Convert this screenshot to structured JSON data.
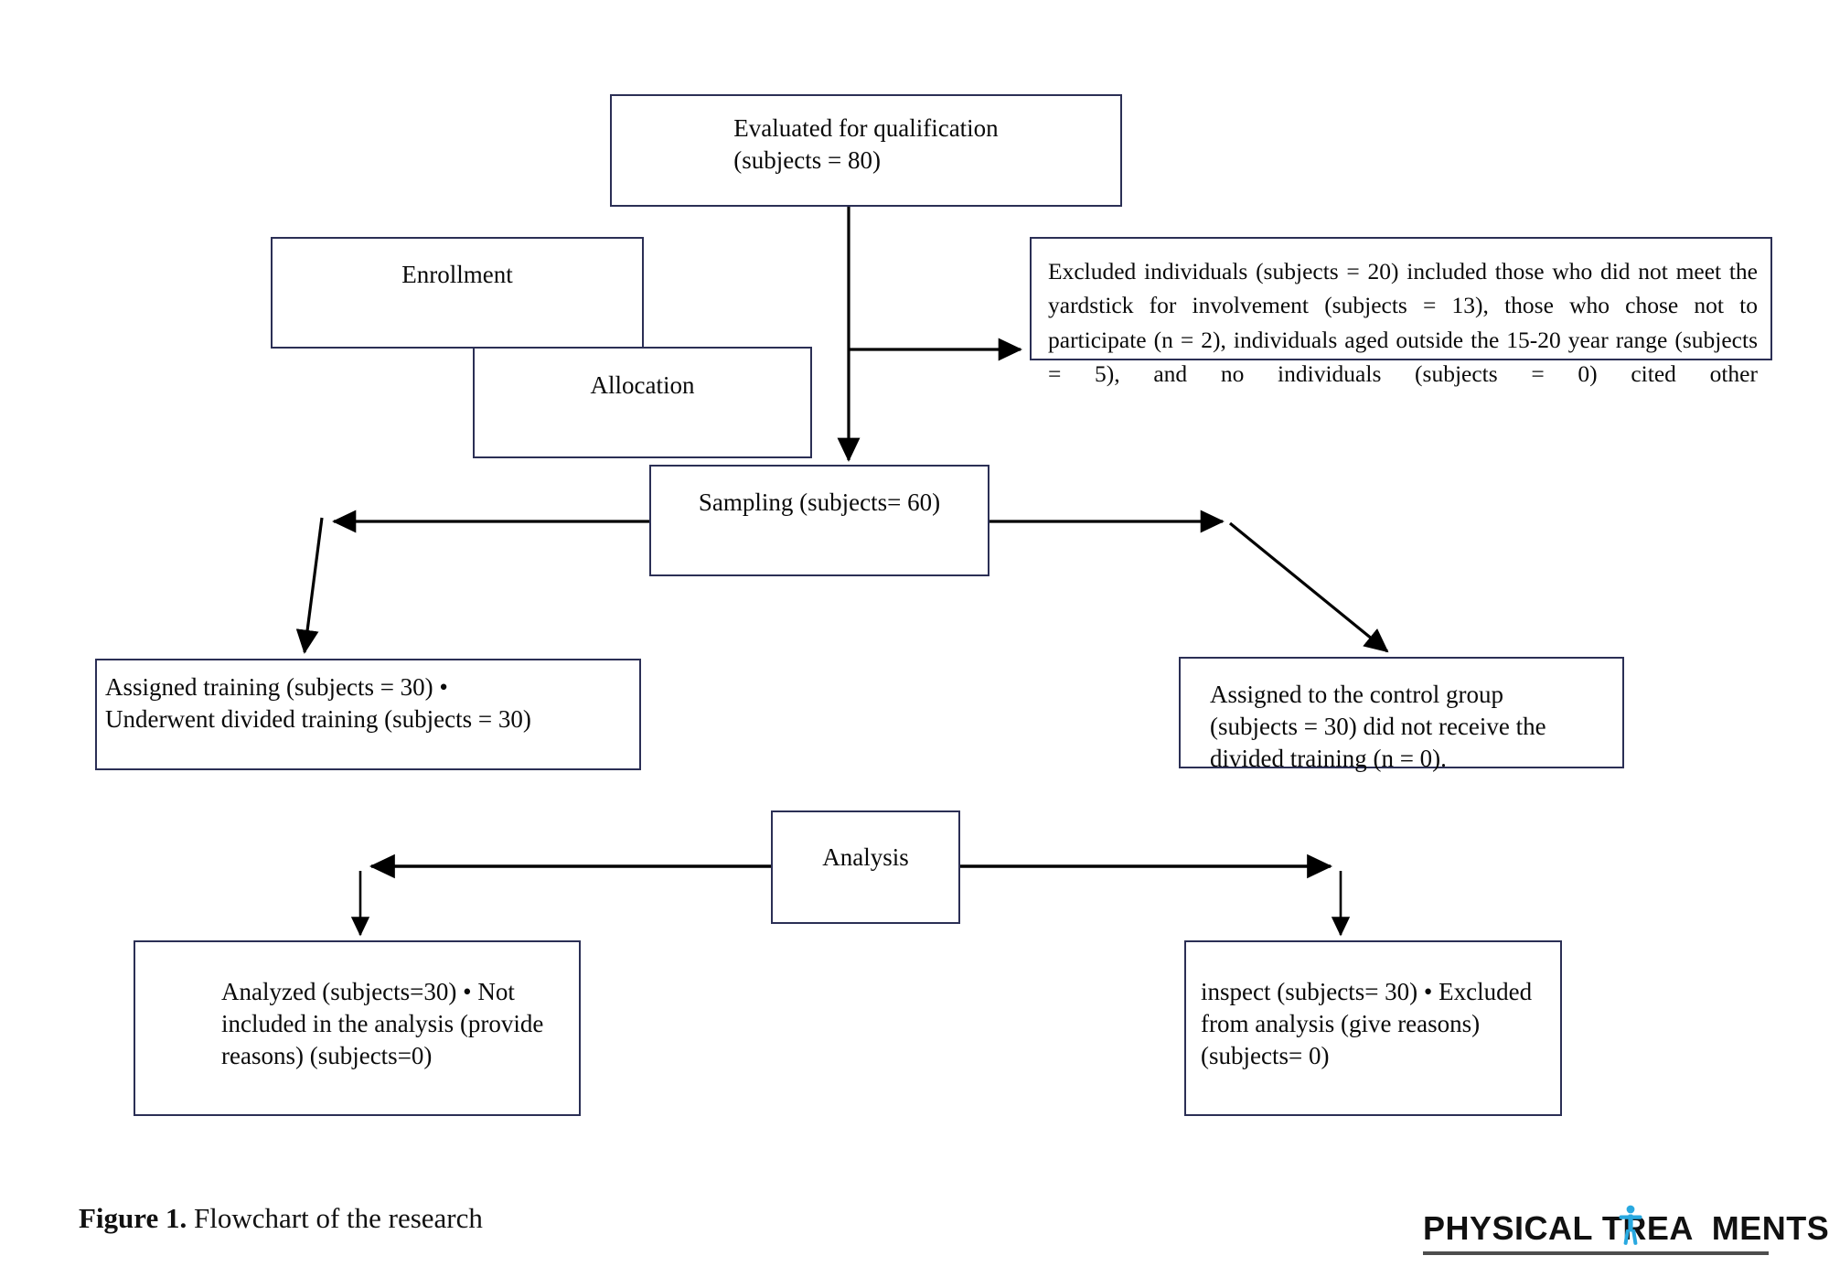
{
  "figure": {
    "caption_label": "Figure 1.",
    "caption_text": " Flowchart of the research",
    "type": "flowchart",
    "border_color": "#2b2f55",
    "arrow_color": "#000000"
  },
  "nodes": {
    "evaluated": {
      "label": "Evaluated for qualification\n(subjects = 80)",
      "n": 80
    },
    "enrollment": {
      "label": "Enrollment"
    },
    "allocation": {
      "label": "Allocation"
    },
    "excluded": {
      "label": "Excluded individuals (subjects = 20) included those who did not meet the yardstick for involvement (subjects = 13), those who chose not to participate (n = 2), individuals aged outside the 15-20 year range (subjects = 5), and no individuals (subjects = 0) cited other",
      "n": 20
    },
    "sampling": {
      "label": "Sampling (subjects= 60)",
      "n": 60
    },
    "training": {
      "label": "Assigned training (subjects = 30) •\nUnderwent divided training (subjects = 30)",
      "n": 30
    },
    "control": {
      "label": "Assigned to the control group\n(subjects = 30) did not receive the\ndivided training (n = 0).",
      "n": 30
    },
    "analysis": {
      "label": "Analysis"
    },
    "analyzed": {
      "label": "Analyzed (subjects=30) • Not\nincluded in the analysis (provide\nreasons) (subjects=0)",
      "n": 30
    },
    "inspect": {
      "label": "inspect (subjects= 30) • Excluded\nfrom analysis (give reasons)\n(subjects= 0)",
      "n": 30
    }
  },
  "edges": [
    {
      "from": "evaluated",
      "to": "excluded",
      "style": "elbow-right-arrow"
    },
    {
      "from": "evaluated",
      "to": "sampling",
      "style": "straight-down-arrow"
    },
    {
      "from": "sampling",
      "to": "training",
      "style": "double-arrow-left-diagonal"
    },
    {
      "from": "sampling",
      "to": "control",
      "style": "double-arrow-right-diagonal"
    },
    {
      "from": "analysis",
      "to": "analyzed",
      "style": "double-arrow-left-elbow"
    },
    {
      "from": "analysis",
      "to": "inspect",
      "style": "double-arrow-right-elbow"
    }
  ],
  "logo": {
    "text_part1": "PHYSICAL TREA",
    "text_part2": "MENTS",
    "figure_icon": "human-figure-icon",
    "accent_color": "#29a9e0",
    "text_color": "#111111"
  }
}
